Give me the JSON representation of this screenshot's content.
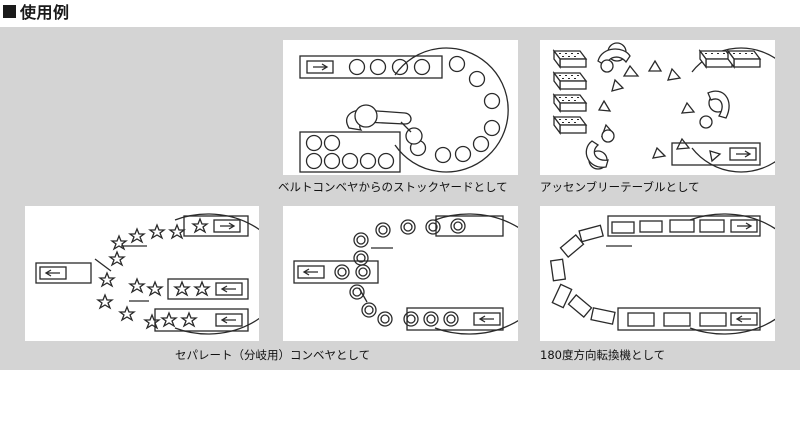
{
  "heading": {
    "title": "使用例"
  },
  "captions": {
    "stock_yard": "ベルトコンベヤからのストックヤードとして",
    "assembly_table": "アッセンブリーテーブルとして",
    "separate": "セパレート（分岐用）コンベヤとして",
    "turn180": "180度方向転換機として"
  },
  "icons": [
    "arrow-right-icon",
    "arrow-left-icon",
    "star-icon",
    "triangle-icon",
    "circle-item-icon",
    "parts-tray-icon",
    "robot-arm-icon"
  ]
}
